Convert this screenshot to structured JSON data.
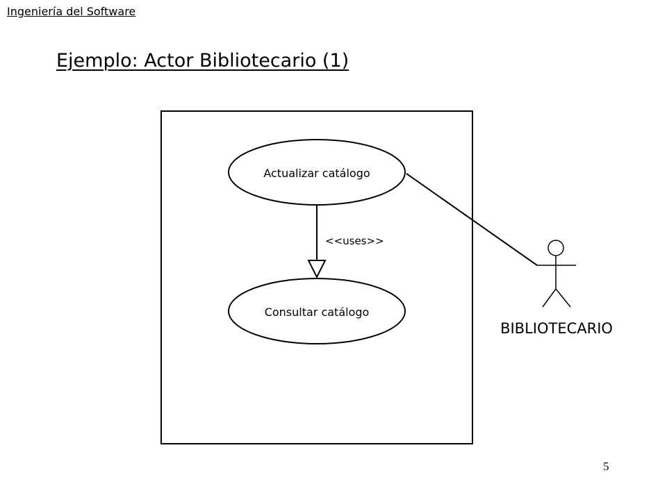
{
  "header": {
    "course": "Ingeniería del Software"
  },
  "slide": {
    "title": "Ejemplo: Actor Bibliotecario (1)",
    "page_number": "5"
  },
  "diagram": {
    "use_cases": [
      {
        "label": "Actualizar catálogo"
      },
      {
        "label": "Consultar catálogo"
      }
    ],
    "relationship": {
      "stereotype": "<<uses>>"
    },
    "actor": {
      "name": "BIBLIOTECARIO"
    }
  }
}
